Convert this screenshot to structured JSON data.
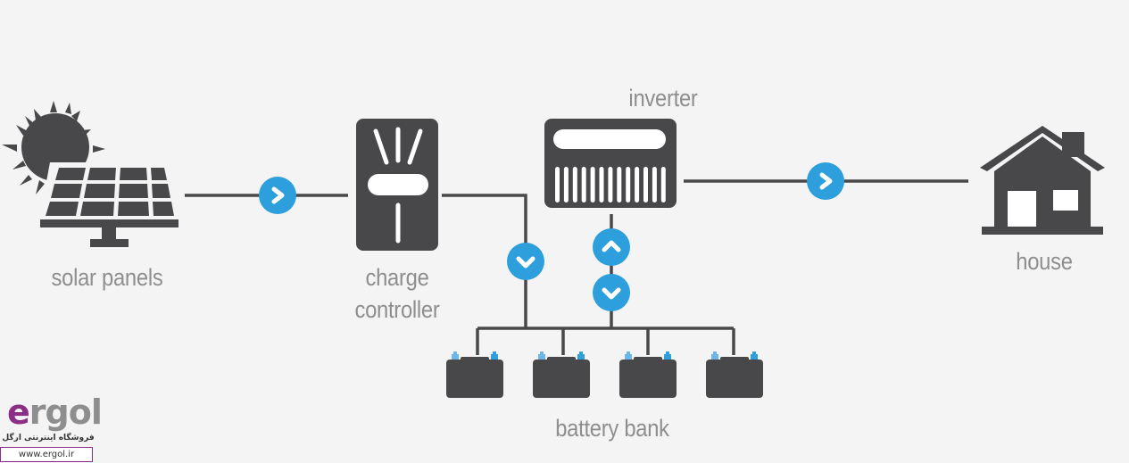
{
  "title": "Off-grid solar power system diagram",
  "colors": {
    "background": "#f4f4f4",
    "icon": "#48484a",
    "line": "#48484a",
    "arrow_circle": "#2c9fdc",
    "terminal_light": "#6cb6e8",
    "terminal_dark": "#2c9fdc",
    "label_text": "#8e8e8e",
    "logo_accent": "#8b2f86"
  },
  "nodes": [
    {
      "id": "solar_panels",
      "label": "solar panels",
      "icon": "solar-panel-icon"
    },
    {
      "id": "charge_controller",
      "label_lines": [
        "charge",
        "controller"
      ],
      "icon": "charge-controller-icon"
    },
    {
      "id": "inverter",
      "label": "inverter",
      "icon": "inverter-icon"
    },
    {
      "id": "house",
      "label": "house",
      "icon": "house-icon"
    },
    {
      "id": "battery_bank",
      "label": "battery bank",
      "icon": "battery-icon",
      "battery_count": 4
    }
  ],
  "flows": [
    {
      "from": "solar_panels",
      "to": "charge_controller",
      "arrow": "right"
    },
    {
      "from": "charge_controller",
      "to": "battery_bank",
      "arrow": "down"
    },
    {
      "from": "battery_bank",
      "to": "inverter",
      "arrow": "up"
    },
    {
      "from": "inverter",
      "to": "battery_bank",
      "arrow": "down"
    },
    {
      "from": "inverter",
      "to": "house",
      "arrow": "right"
    }
  ],
  "watermark": {
    "logo_e": "e",
    "logo_rest": "rgol",
    "tagline": "فروشگاه اینترنتی ارگل",
    "url": "www.ergol.ir"
  }
}
